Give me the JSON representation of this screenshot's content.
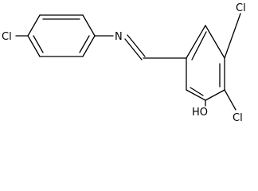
{
  "molecule": {
    "atoms": {
      "cl_para": "Cl",
      "n_imine": "N",
      "cl_top": "Cl",
      "cl_right": "Cl",
      "hydroxyl": "HO"
    }
  }
}
